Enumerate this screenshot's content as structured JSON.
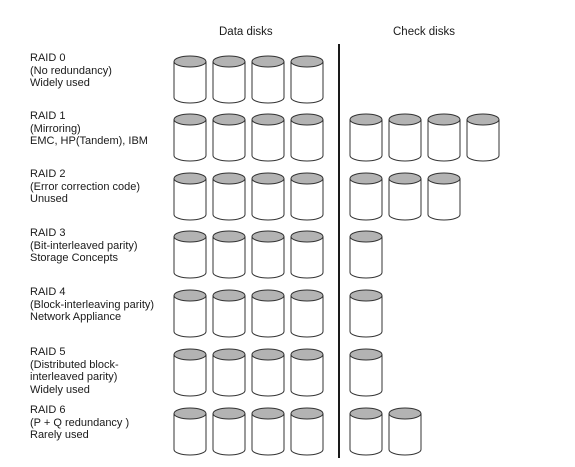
{
  "headers": {
    "data_disks": "Data disks",
    "check_disks": "Check disks"
  },
  "colors": {
    "disk_top_fill": "#b3b3b3",
    "disk_body_fill": "#ffffff",
    "disk_stroke": "#333333",
    "divider": "#1a1a1a"
  },
  "raid_levels": [
    {
      "lines": [
        "RAID 0",
        "(No redundancy)",
        "Widely used"
      ],
      "data_disks": 4,
      "check_disks": 0
    },
    {
      "lines": [
        "RAID 1",
        "(Mirroring)",
        "EMC, HP(Tandem), IBM"
      ],
      "data_disks": 4,
      "check_disks": 4
    },
    {
      "lines": [
        "RAID 2",
        "(Error correction code)",
        "Unused"
      ],
      "data_disks": 4,
      "check_disks": 3
    },
    {
      "lines": [
        "RAID 3",
        "(Bit-interleaved parity)",
        "Storage Concepts"
      ],
      "data_disks": 4,
      "check_disks": 1
    },
    {
      "lines": [
        "RAID 4",
        "(Block-interleaving parity)",
        "Network Appliance"
      ],
      "data_disks": 4,
      "check_disks": 1
    },
    {
      "lines": [
        "RAID 5",
        "(Distributed block-",
        "interleaved parity)",
        "Widely used"
      ],
      "data_disks": 4,
      "check_disks": 1
    },
    {
      "lines": [
        "RAID 6",
        "(P + Q redundancy )",
        "Rarely used"
      ],
      "data_disks": 4,
      "check_disks": 2
    }
  ]
}
